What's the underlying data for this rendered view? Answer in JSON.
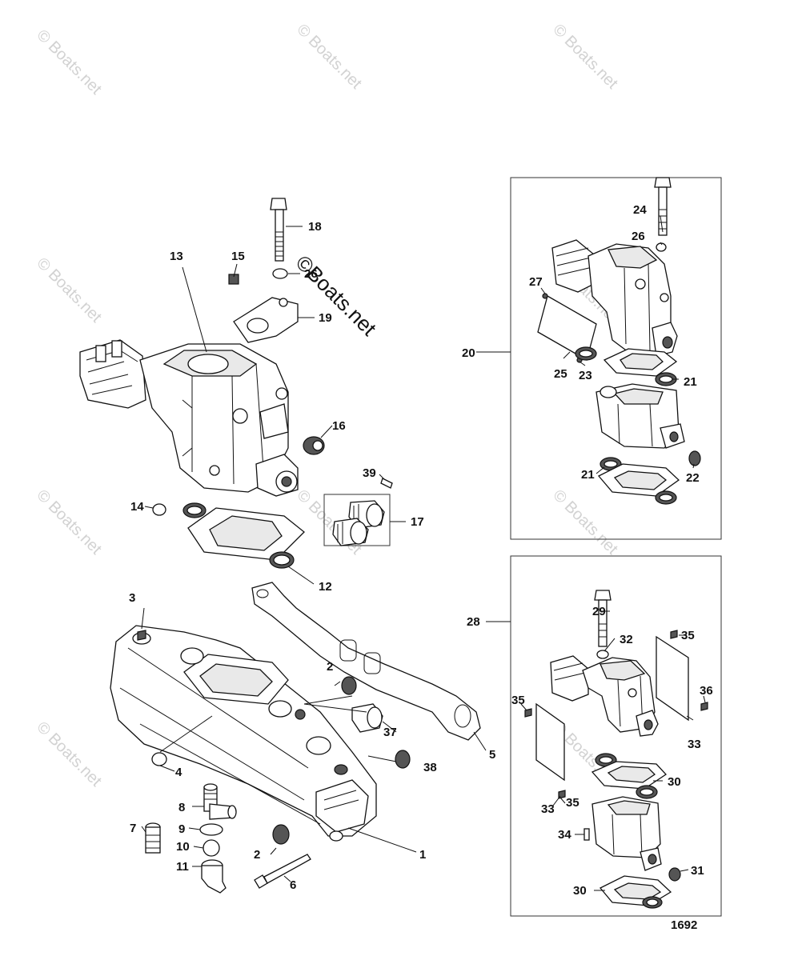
{
  "watermark": {
    "text": "© Boats.net",
    "stamp_text": "©Boats.net"
  },
  "figure_number": "1692",
  "callouts": {
    "c1": "1",
    "c2a": "2",
    "c2b": "2",
    "c3": "3",
    "c4": "4",
    "c5": "5",
    "c6": "6",
    "c7": "7",
    "c8": "8",
    "c9": "9",
    "c10": "10",
    "c11": "11",
    "c12": "12",
    "c13": "13",
    "c14": "14",
    "c15": "15",
    "c16": "16",
    "c17": "17",
    "c18": "18",
    "c19": "19",
    "c20": "20",
    "c21a": "21",
    "c21b": "21",
    "c22": "22",
    "c23": "23",
    "c24": "24",
    "c25": "25",
    "c26": "26",
    "c27": "27",
    "c28": "28",
    "c29": "29",
    "c30a": "30",
    "c30b": "30",
    "c31": "31",
    "c32": "32",
    "c33a": "33",
    "c33b": "33",
    "c34": "34",
    "c35a": "35",
    "c35b": "35",
    "c35c": "35",
    "c36": "36",
    "c37": "37",
    "c38": "38",
    "c39": "39"
  },
  "icons": [
    "exhaust-elbow",
    "exhaust-manifold",
    "gasket",
    "bolt",
    "plug",
    "hose-fitting"
  ]
}
